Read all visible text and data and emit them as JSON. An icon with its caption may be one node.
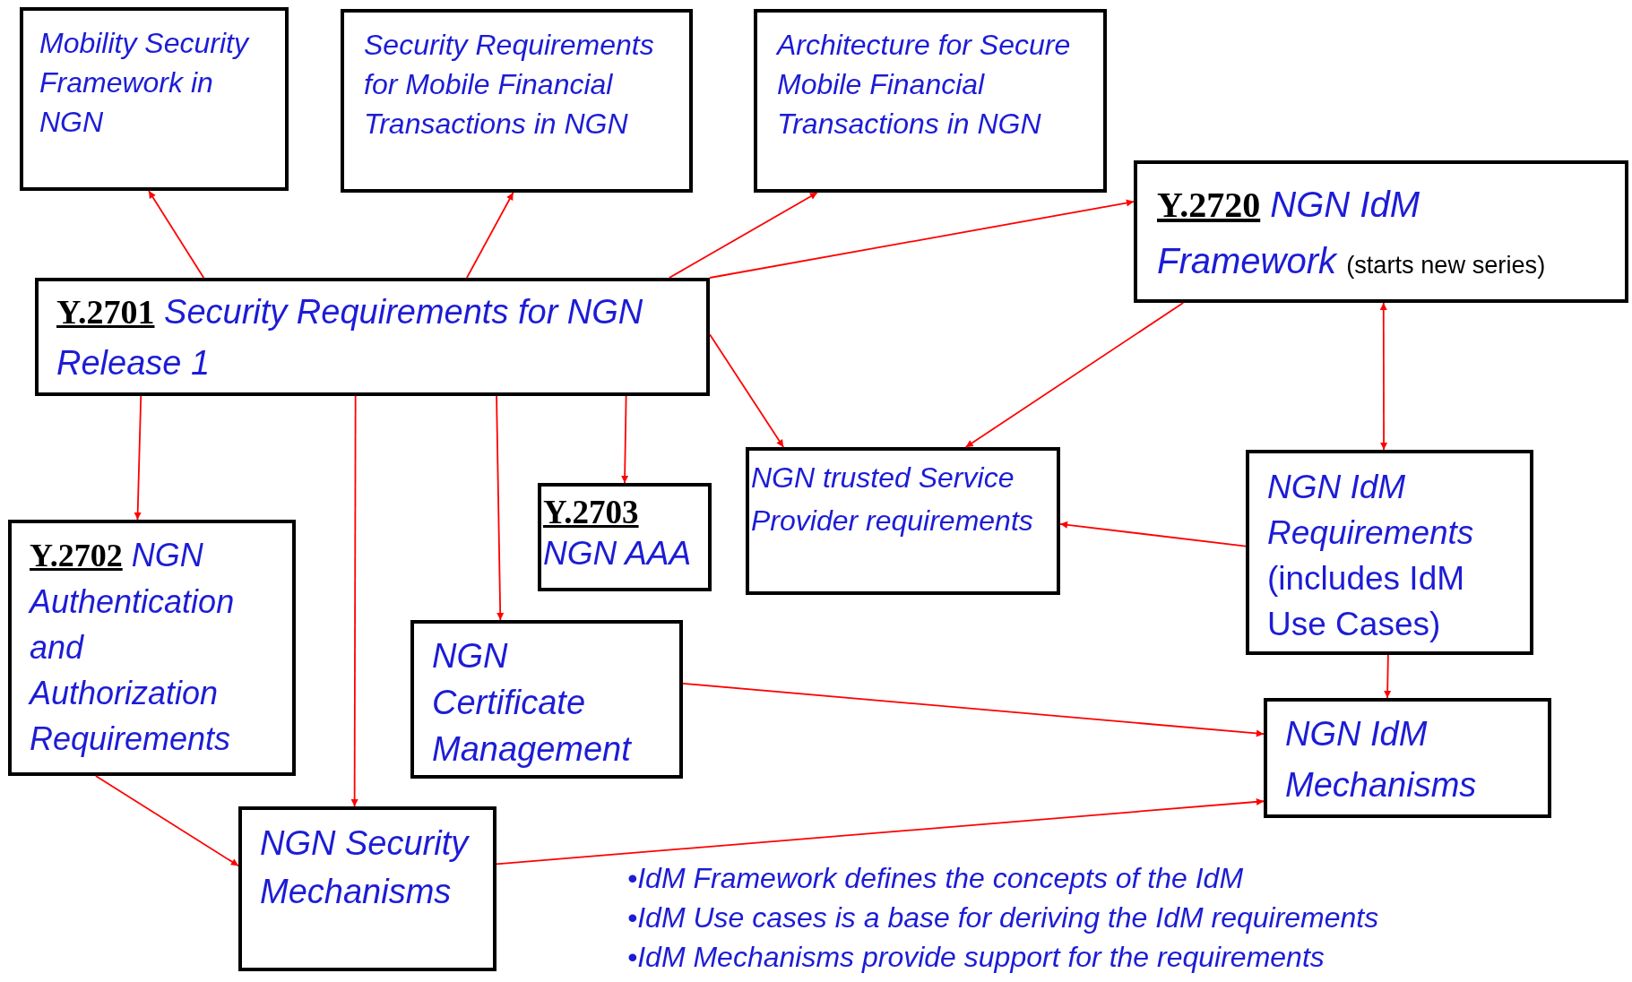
{
  "diagram": {
    "nodes": [
      {
        "text": [
          "Mobility Security Framework in NGN"
        ]
      },
      {
        "text": [
          "Security Requirements for Mobile Financial Transactions in NGN"
        ]
      },
      {
        "text": [
          "Architecture for Secure Mobile Financial Transactions in NGN"
        ]
      },
      {
        "text": [
          "Y.2720",
          "NGN IdM Framework",
          "(starts new series)"
        ]
      },
      {
        "text": [
          "Y.2701",
          "Security Requirements for NGN Release 1"
        ]
      },
      {
        "text": [
          "Y.2702",
          "NGN Authentication and Authorization Requirements"
        ]
      },
      {
        "text": [
          "NGN Security Mechanisms"
        ]
      },
      {
        "text": [
          "Y.2703",
          "NGN AAA"
        ]
      },
      {
        "text": [
          "NGN Certificate Management"
        ]
      },
      {
        "text": [
          "NGN trusted Service Provider requirements"
        ]
      },
      {
        "text": [
          "NGN IdM Requirements",
          "(includes IdM Use Cases)"
        ]
      },
      {
        "text": [
          "NGN IdM Mechanisms"
        ]
      }
    ],
    "edges": [
      {
        "from": 4,
        "to": 0,
        "arrow": "to"
      },
      {
        "from": 4,
        "to": 1,
        "arrow": "to"
      },
      {
        "from": 4,
        "to": 2,
        "arrow": "to"
      },
      {
        "from": 4,
        "to": 3,
        "arrow": "to"
      },
      {
        "from": 4,
        "to": 9,
        "arrow": "to"
      },
      {
        "from": 3,
        "to": 9,
        "arrow": "to"
      },
      {
        "from": 3,
        "to": 10,
        "arrow": "both"
      },
      {
        "from": 10,
        "to": 9,
        "arrow": "to"
      },
      {
        "from": 10,
        "to": 11,
        "arrow": "to"
      },
      {
        "from": 4,
        "to": 5,
        "arrow": "to"
      },
      {
        "from": 4,
        "to": 6,
        "arrow": "to"
      },
      {
        "from": 4,
        "to": 8,
        "arrow": "to"
      },
      {
        "from": 4,
        "to": 7,
        "arrow": "to"
      },
      {
        "from": 5,
        "to": 6,
        "arrow": "to"
      },
      {
        "from": 8,
        "to": 11,
        "arrow": "to"
      },
      {
        "from": 6,
        "to": 11,
        "arrow": "to"
      }
    ],
    "labels": [
      "•IdM Framework defines the concepts of the IdM",
      "•IdM Use cases is a base for deriving the IdM requirements",
      "•IdM Mechanisms provide support for the requirements"
    ]
  }
}
